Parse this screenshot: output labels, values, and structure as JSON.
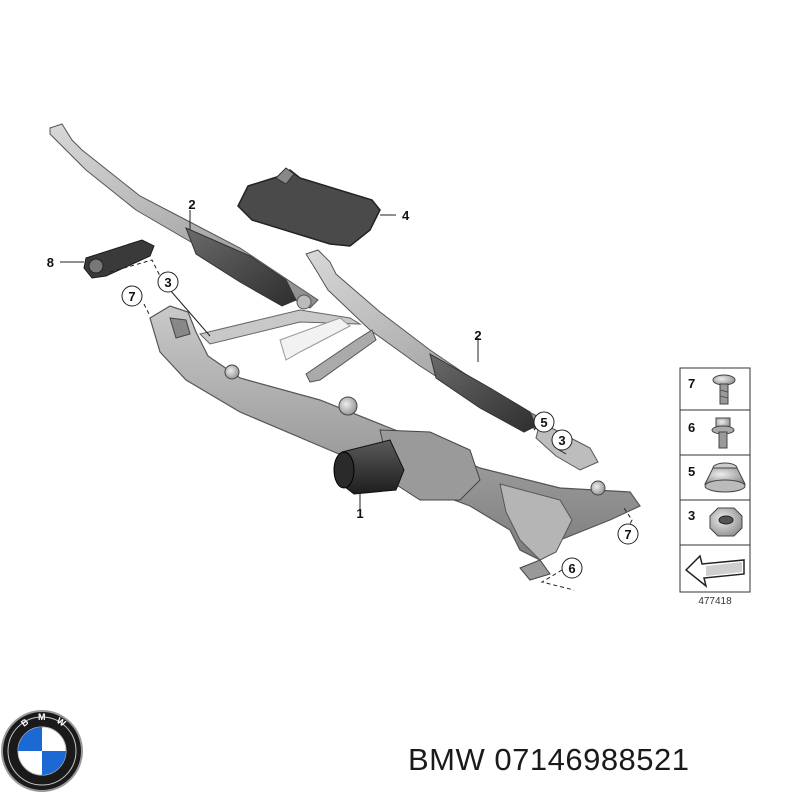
{
  "callouts": {
    "c1": "1",
    "c2a": "2",
    "c2b": "2",
    "c3a": "3",
    "c3b": "3",
    "c4": "4",
    "c5": "5",
    "c6": "6",
    "c7a": "7",
    "c7b": "7",
    "c8": "8"
  },
  "legend": {
    "items": [
      {
        "number": "7",
        "icon": "bolt-icon"
      },
      {
        "number": "6",
        "icon": "flange-bolt-icon"
      },
      {
        "number": "5",
        "icon": "rubber-cap-icon"
      },
      {
        "number": "3",
        "icon": "hex-nut-icon"
      }
    ],
    "arrow_icon": "direction-arrow-icon"
  },
  "diagram_id": "477418",
  "brand": {
    "logo_letters": "BMW",
    "colors": {
      "blue": "#1c69d4",
      "black": "#111111",
      "ring": "#9a9a9a"
    }
  },
  "footer": {
    "text": "BMW 07146988521"
  }
}
